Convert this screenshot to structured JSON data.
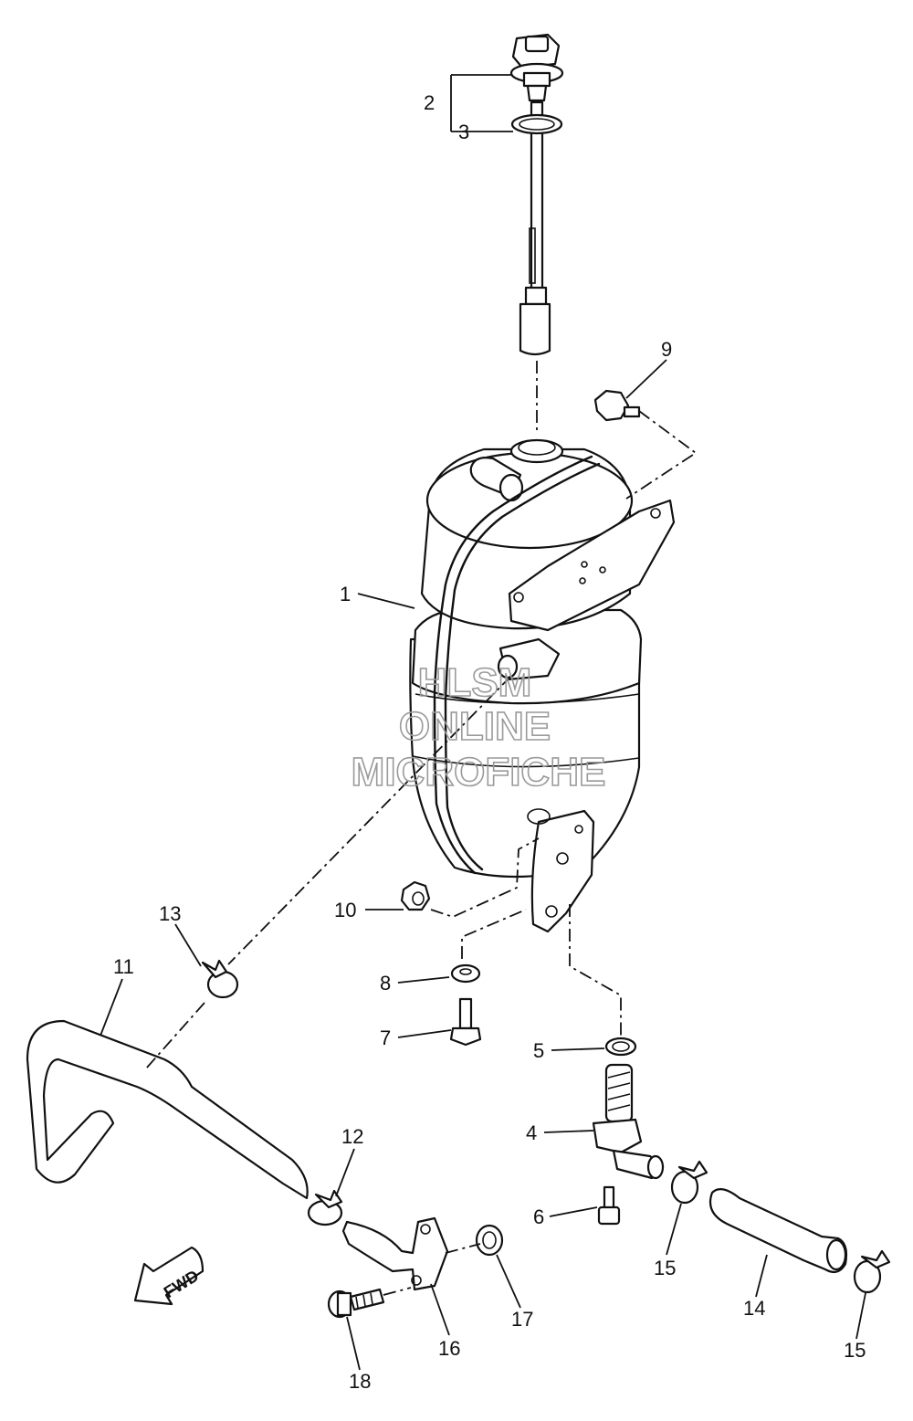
{
  "watermark": {
    "line1": "HLSM",
    "line2": "ONLINE",
    "line3": "MICROFICHE"
  },
  "direction_arrow": {
    "label": "FWD",
    "icon": "arrow-icon"
  },
  "callouts": {
    "c1": "1",
    "c2": "2",
    "c3": "3",
    "c4": "4",
    "c5": "5",
    "c6": "6",
    "c7": "7",
    "c8": "8",
    "c9": "9",
    "c10": "10",
    "c11": "11",
    "c12": "12",
    "c13": "13",
    "c14": "14",
    "c15a": "15",
    "c15b": "15",
    "c16": "16",
    "c17": "17",
    "c18": "18"
  }
}
